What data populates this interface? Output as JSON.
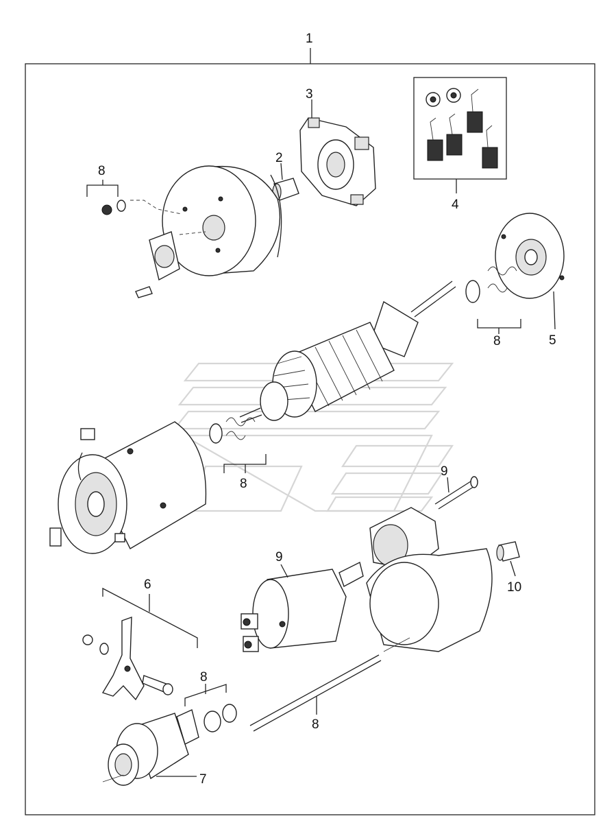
{
  "callouts": {
    "assembly": "1",
    "bushing_rear": "2",
    "brush_holder": "3",
    "brush_kit": "4",
    "end_cover": "5",
    "drive_lever": "6",
    "pinion_drive": "7",
    "hardware_rear": "8",
    "hardware_armature": "8",
    "hardware_yoke": "8",
    "hardware_lever": "8",
    "through_bolt": "8",
    "solenoid_bolt": "9",
    "solenoid": "9",
    "bushing_front": "10"
  },
  "colors": {
    "line": "#222222",
    "watermark": "#d6d6d6",
    "brush": "#333333"
  }
}
